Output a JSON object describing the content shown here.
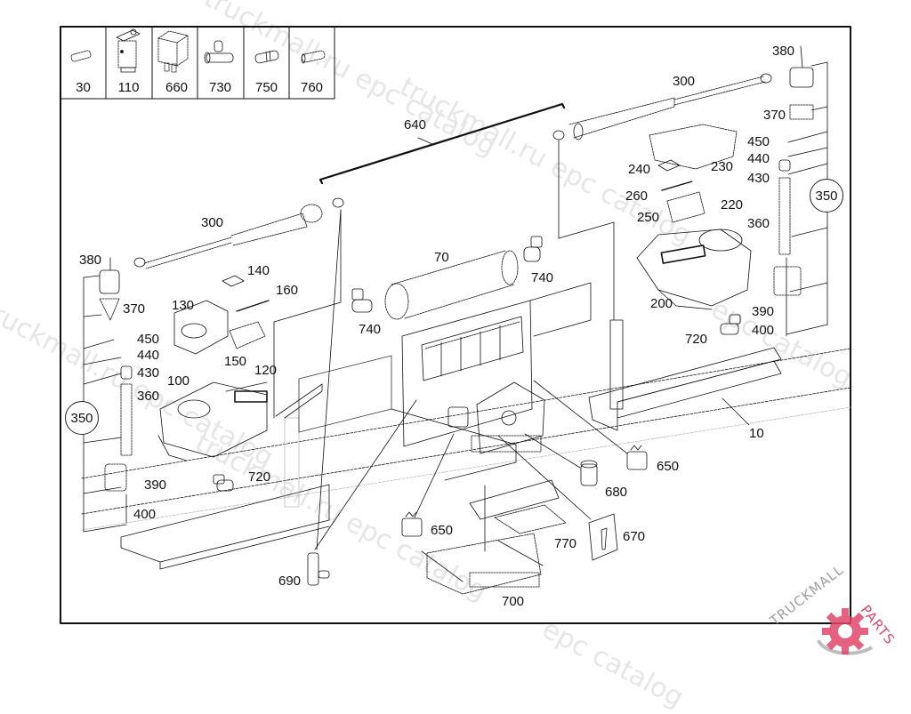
{
  "diagram": {
    "type": "exploded-parts-diagram",
    "legend_parts": [
      {
        "number": "30",
        "icon": "pin-icon"
      },
      {
        "number": "110",
        "icon": "valve-switch-icon"
      },
      {
        "number": "660",
        "icon": "relay-icon"
      },
      {
        "number": "730",
        "icon": "tee-fitting-icon"
      },
      {
        "number": "750",
        "icon": "connector-union-icon"
      },
      {
        "number": "760",
        "icon": "pin-connector-icon"
      }
    ],
    "callouts": {
      "c10": "10",
      "c70": "70",
      "c100": "100",
      "c120": "120",
      "c130": "130",
      "c140": "140",
      "c150": "150",
      "c160": "160",
      "c200": "200",
      "c220": "220",
      "c230": "230",
      "c240": "240",
      "c250": "250",
      "c260": "260",
      "c300_left": "300",
      "c300_right": "300",
      "c350_left": "350",
      "c350_right": "350",
      "c360_left": "360",
      "c360_right": "360",
      "c370_left": "370",
      "c370_right": "370",
      "c380_left": "380",
      "c380_right": "380",
      "c390_left": "390",
      "c390_right": "390",
      "c400_left": "400",
      "c400_right": "400",
      "c430_left": "430",
      "c430_right": "430",
      "c440_left": "440",
      "c440_right": "440",
      "c450_left": "450",
      "c450_right": "450",
      "c640": "640",
      "c650_left": "650",
      "c650_right": "650",
      "c670": "670",
      "c680": "680",
      "c690": "690",
      "c700": "700",
      "c720_left": "720",
      "c720_right": "720",
      "c740_left": "740",
      "c740_right": "740",
      "c770": "770"
    }
  },
  "watermarks": {
    "text1": "truckmall.ru epc catalog",
    "text2": "epc catalog"
  },
  "logo": {
    "text_part1": "TRUCKMALL",
    "text_part2": "PARTS",
    "accent_color": "#e0476b",
    "grey_color": "#a8a8a8"
  }
}
